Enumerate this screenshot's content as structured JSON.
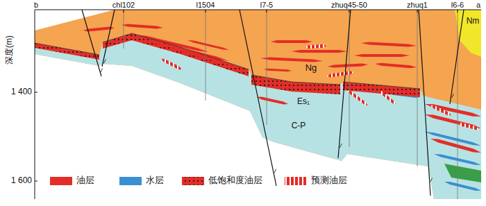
{
  "diagram": {
    "labels": [
      "b",
      "chl102",
      "l1504",
      "l7-5",
      "zhuq45-50",
      "zhuq1",
      "l6-6",
      "a",
      "Nm",
      "Ng",
      "Es₁",
      "C-P",
      "深度(m)",
      "1 400",
      "1 600"
    ],
    "legend": [
      {
        "text": "油层",
        "color": "#e42d27"
      },
      {
        "text": "水层",
        "color": "#3a8fd0"
      },
      {
        "text": "低饱和度油层"
      },
      {
        "text": "预测油层"
      }
    ]
  }
}
